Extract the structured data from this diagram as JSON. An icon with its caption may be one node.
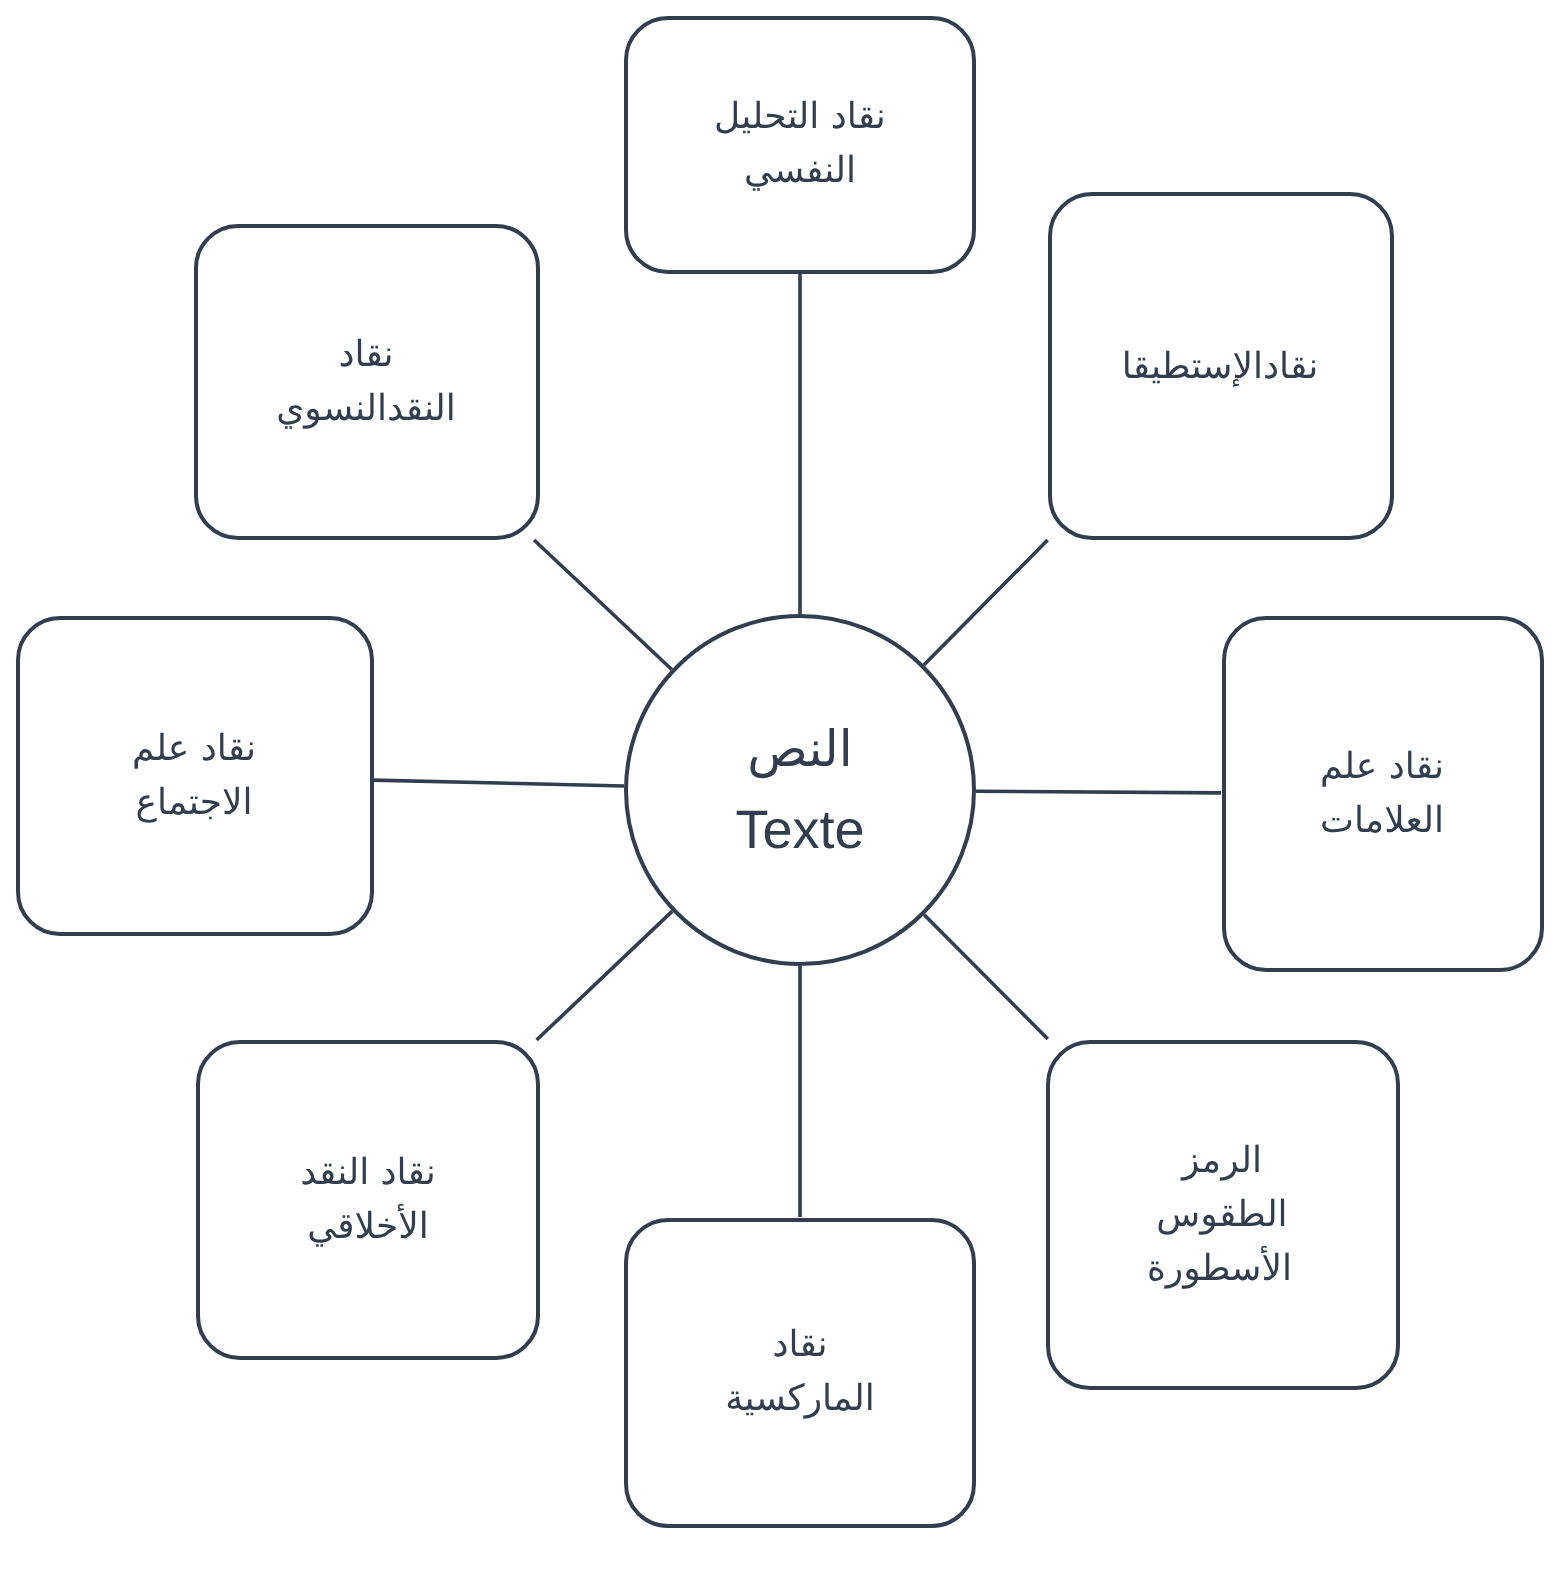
{
  "diagram": {
    "nodes": [
      {
        "text": [
          "النص",
          "Texte"
        ]
      },
      {
        "text": [
          "نقاد التحليل النفسي"
        ]
      },
      {
        "text": [
          "نقاد النقدالنسوي"
        ]
      },
      {
        "text": [
          "نقادالإستطيقا"
        ]
      },
      {
        "text": [
          "نقاد علم الاجتماع"
        ]
      },
      {
        "text": [
          "نقاد علم العلامات"
        ]
      },
      {
        "text": [
          "نقاد النقد الأخلاقي"
        ]
      },
      {
        "text": [
          "الرمز الطقوس الأسطورة"
        ]
      },
      {
        "text": [
          "نقاد الماركسية"
        ]
      }
    ],
    "edges": [
      {
        "from": 0,
        "to": 1,
        "arrow": "none"
      },
      {
        "from": 0,
        "to": 2,
        "arrow": "none"
      },
      {
        "from": 0,
        "to": 3,
        "arrow": "none"
      },
      {
        "from": 0,
        "to": 4,
        "arrow": "none"
      },
      {
        "from": 0,
        "to": 5,
        "arrow": "none"
      },
      {
        "from": 0,
        "to": 6,
        "arrow": "none"
      },
      {
        "from": 0,
        "to": 7,
        "arrow": "none"
      },
      {
        "from": 0,
        "to": 8,
        "arrow": "none"
      }
    ]
  }
}
